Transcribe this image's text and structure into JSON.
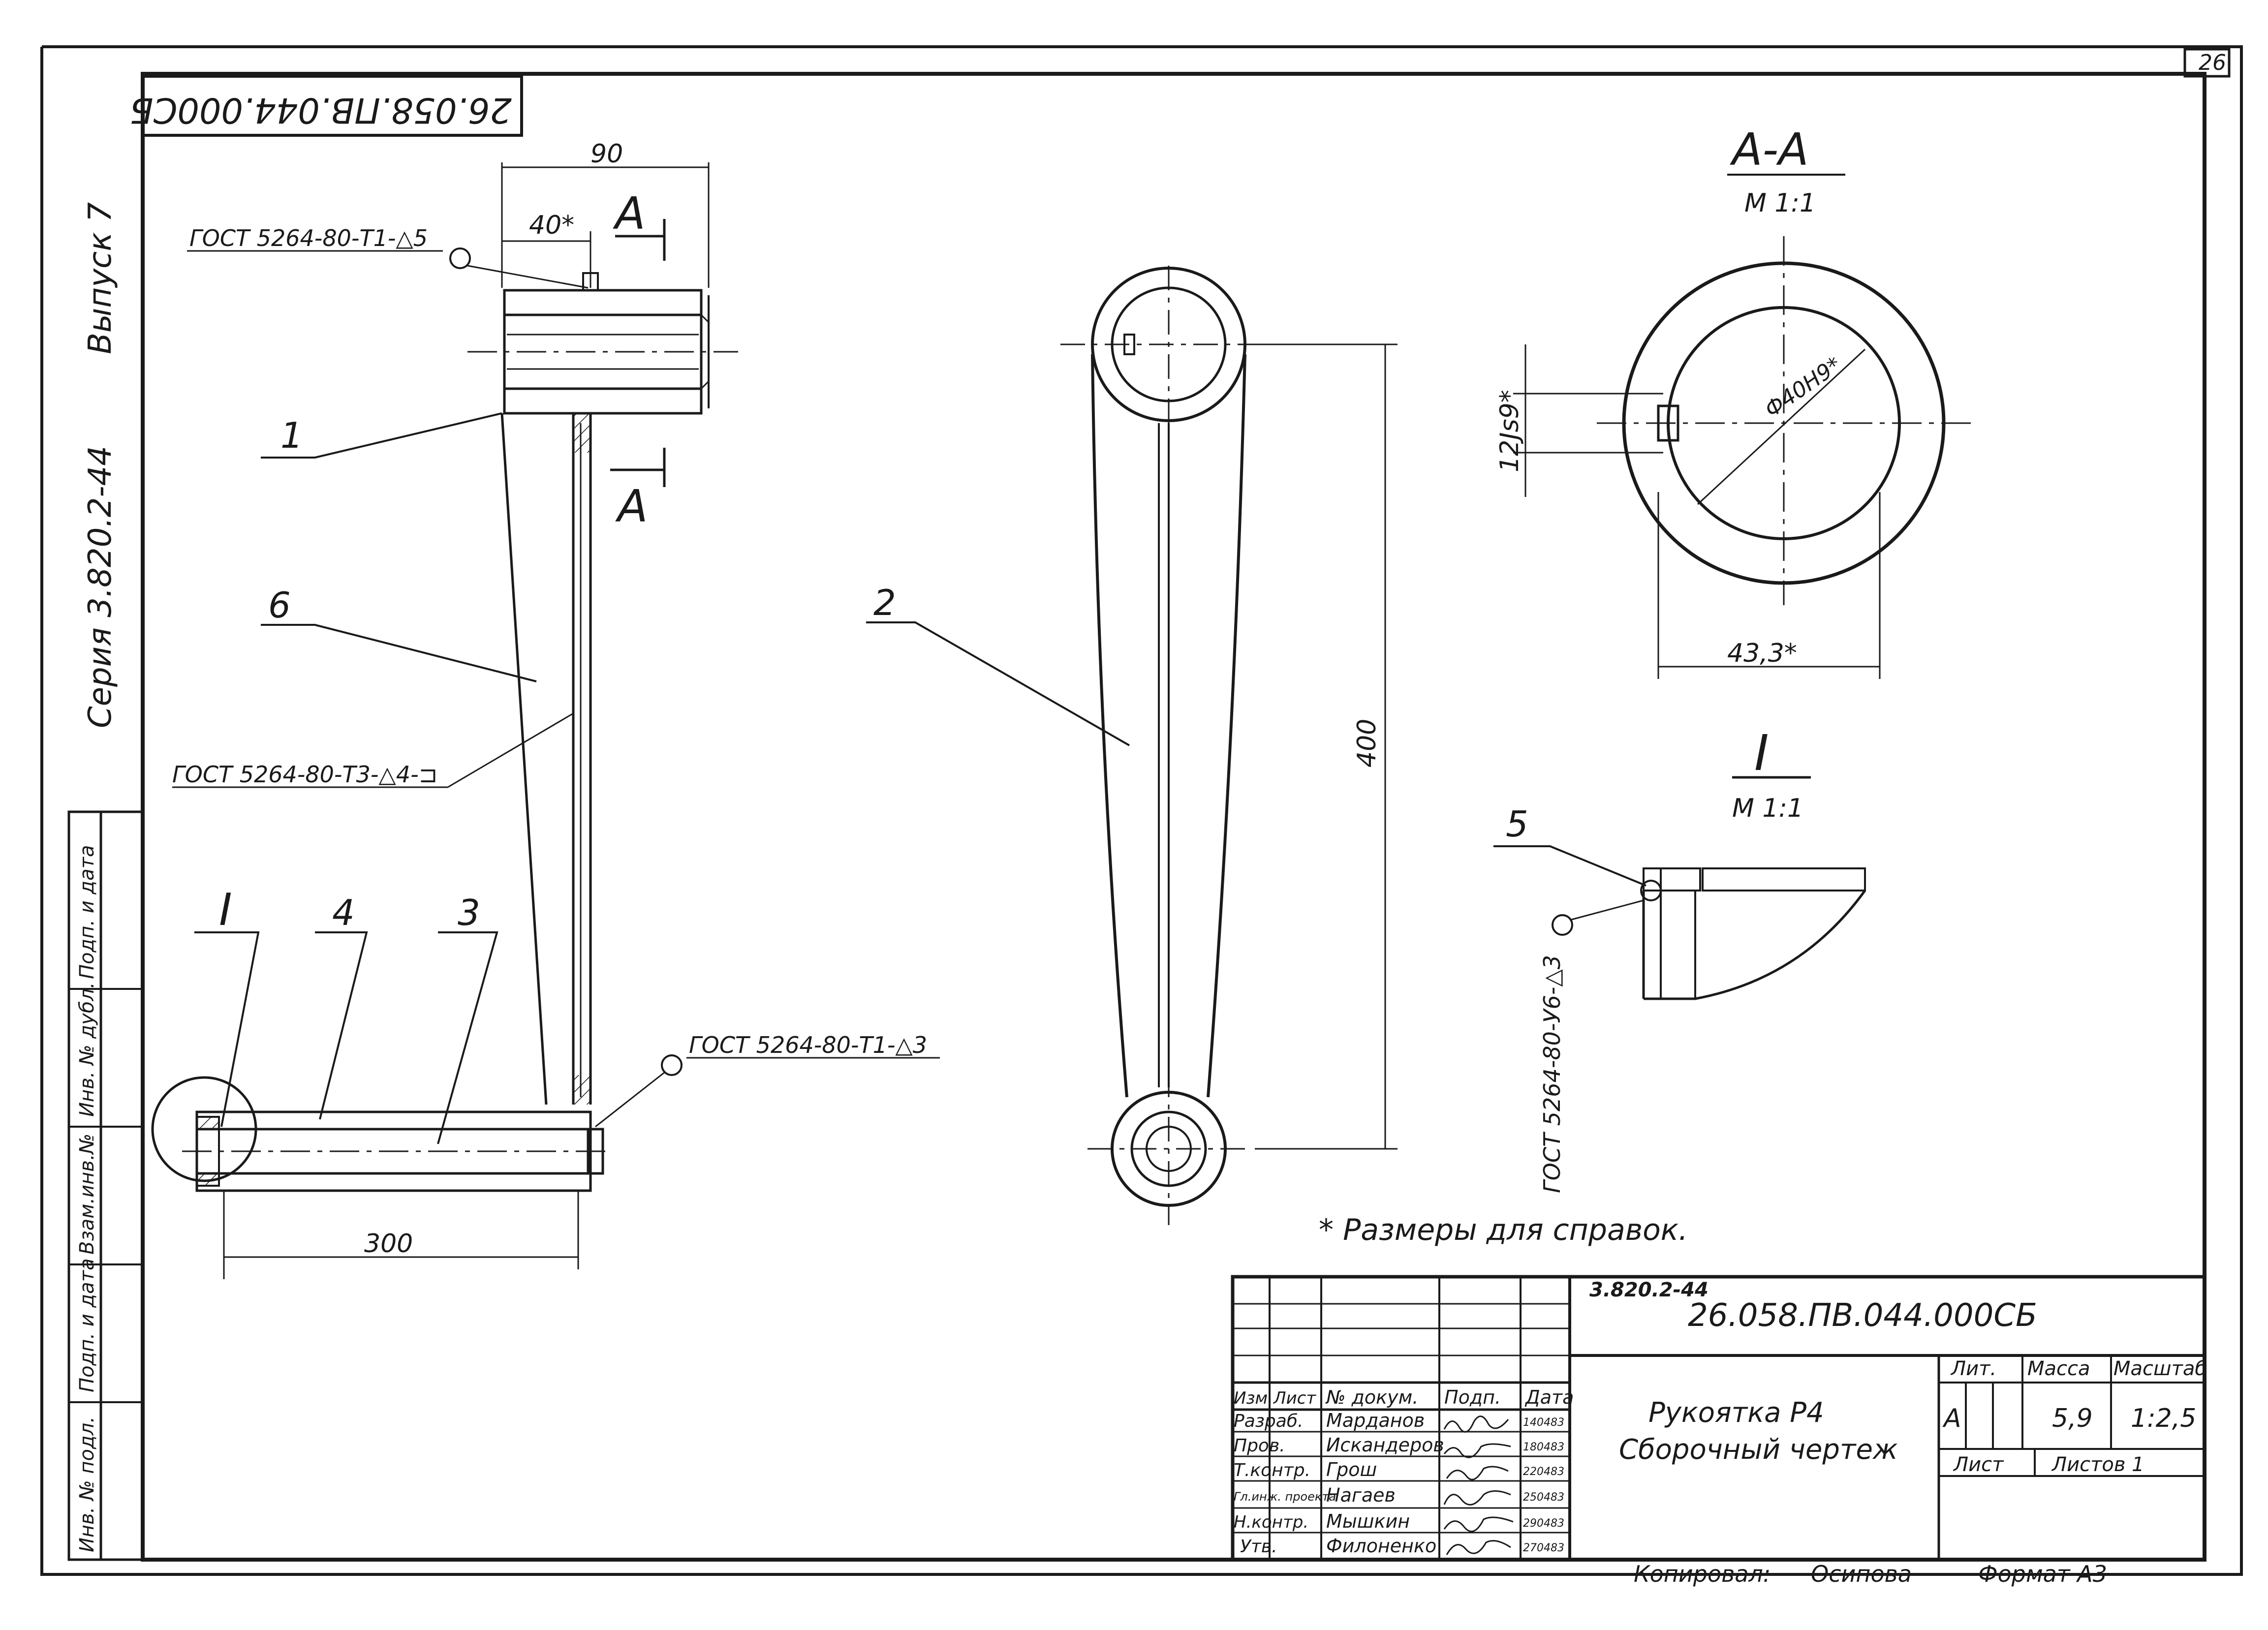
{
  "sheet": {
    "page_number": "26",
    "code_rotated": "26.058.ПВ.044.000СБ",
    "margin_left": {
      "issue": "Выпуск 7",
      "series": "Серия 3.820.2-44"
    },
    "stamp_labels": [
      "Подп. и дата",
      "Инв. № дубл.",
      "Взам.инв.№",
      "Подп. и дата",
      "Инв. № подл."
    ]
  },
  "view_left": {
    "dimensions": {
      "overall_width": "90",
      "hub_length": "40*",
      "pin_length": "300"
    },
    "section_mark": "А",
    "weld_notes": [
      "ГОСТ 5264-80-Т1-△5",
      "ГОСТ 5264-80-Т3-△4-⊐",
      "ГОСТ 5264-80-Т1-△3"
    ],
    "callouts": [
      "1",
      "6",
      "I",
      "4",
      "3"
    ]
  },
  "view_middle": {
    "dimension": "400",
    "callout": "2"
  },
  "section_aa": {
    "title": "А-А",
    "scale": "М 1:1",
    "bore": "Ф40Н9*",
    "keyway": "12Js9*",
    "outer": "43,3*"
  },
  "detail_i": {
    "title": "I",
    "scale": "М 1:1",
    "callout": "5",
    "weld_note": "ГОСТ 5264-80-У6-△3"
  },
  "note": "* Размеры для справок.",
  "title_block": {
    "series_code": "3.820.2-44",
    "doc_code": "26.058.ПВ.044.000СБ",
    "name_line1": "Рукоятка Р4",
    "name_line2": "Сборочный чертеж",
    "headers": [
      "Изм.",
      "Лист",
      "№ докум.",
      "Подп.",
      "Дата"
    ],
    "rows": [
      {
        "role": "Разраб.",
        "name": "Марданов",
        "date": "140483"
      },
      {
        "role": "Пров.",
        "name": "Искандеров",
        "date": "180483"
      },
      {
        "role": "Т.контр.",
        "name": "Грош",
        "date": "220483"
      },
      {
        "role": "Гл.инж. проекта",
        "name": "Нагаев",
        "date": "250483"
      },
      {
        "role": "Н.контр.",
        "name": "Мышкин",
        "date": "290483"
      },
      {
        "role": "Утв.",
        "name": "Филоненко",
        "date": "270483"
      }
    ],
    "lit_label": "Лит.",
    "mass_label": "Масса",
    "scale_label": "Масштаб",
    "lit_value": "А",
    "mass_value": "5,9",
    "scale_value": "1:2,5",
    "sheet_label": "Лист",
    "sheets_label": "Листов 1",
    "copied_by_label": "Копировал:",
    "copied_by": "Осипова",
    "format": "Формат А3"
  }
}
